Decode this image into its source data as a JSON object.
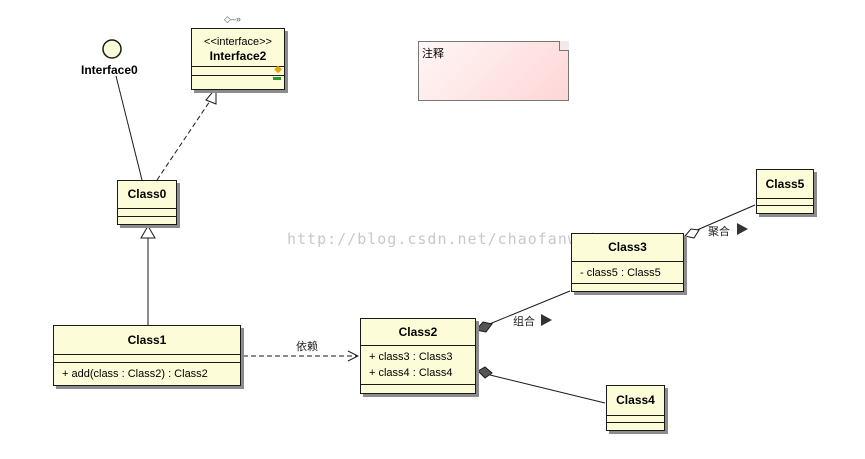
{
  "interface0": {
    "name": "Interface0"
  },
  "interface2": {
    "stereotype": "<<interface>>",
    "name": "Interface2"
  },
  "note": {
    "text": "注释"
  },
  "classes": {
    "class0": {
      "name": "Class0"
    },
    "class1": {
      "name": "Class1",
      "operations": [
        "+ add(class : Class2) : Class2"
      ]
    },
    "class2": {
      "name": "Class2",
      "attributes": [
        "+ class3 : Class3",
        "+ class4 : Class4"
      ]
    },
    "class3": {
      "name": "Class3",
      "attributes": [
        "- class5 : Class5"
      ]
    },
    "class4": {
      "name": "Class4"
    },
    "class5": {
      "name": "Class5"
    }
  },
  "relations": {
    "dependency_label": "依赖",
    "composition_label": "组合",
    "aggregation_label": "聚合"
  },
  "watermark": "http://blog.csdn.net/chaofanwei",
  "colors": {
    "class_fill": "#fdfcd8",
    "note_fill": "#ffd6d6",
    "line": "#1a1a1a"
  }
}
